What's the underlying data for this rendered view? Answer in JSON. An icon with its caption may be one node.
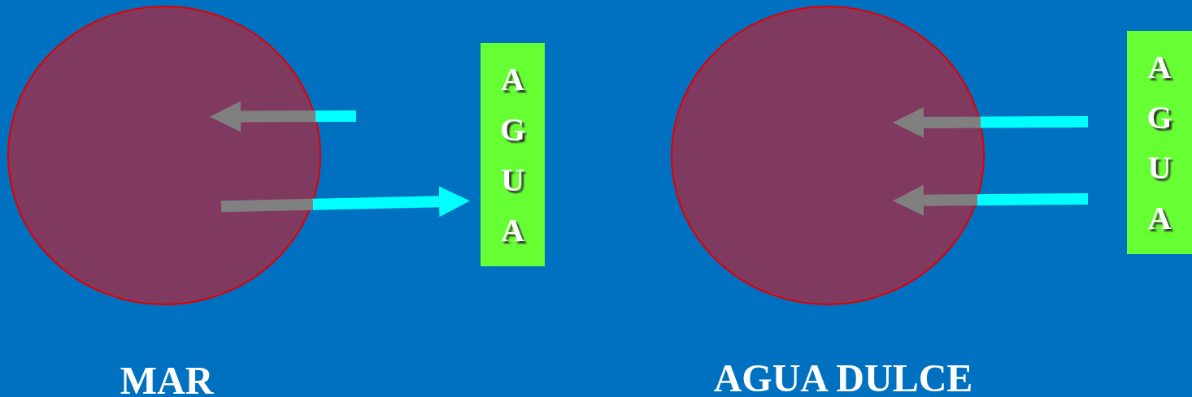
{
  "diagram": {
    "nodes": [
      {
        "text": [],
        "shape": "circle",
        "beside": [
          "MAR"
        ]
      },
      {
        "text": [
          "AGUA"
        ]
      },
      {
        "text": [],
        "shape": "circle",
        "beside": [
          "AGUA DULCE"
        ]
      },
      {
        "text": [
          "AGUA"
        ]
      }
    ],
    "edges": [
      {
        "from": null,
        "to": 0,
        "arrow": "to"
      },
      {
        "from": 0,
        "to": 1,
        "arrow": "to"
      },
      {
        "from": null,
        "to": 2,
        "arrow": "to"
      },
      {
        "from": null,
        "to": 2,
        "arrow": "to"
      }
    ]
  }
}
